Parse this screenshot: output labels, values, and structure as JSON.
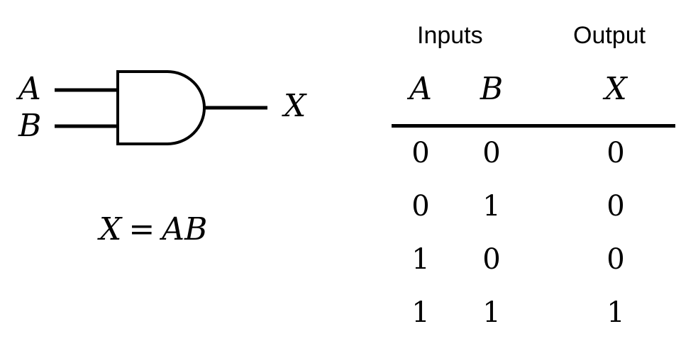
{
  "gate": {
    "input_a_label": "A",
    "input_b_label": "B",
    "output_label": "X"
  },
  "equation": {
    "lhs": "X",
    "operator": "=",
    "rhs": "AB"
  },
  "truth_table": {
    "group_headers": {
      "inputs": "Inputs",
      "output": "Output"
    },
    "columns": [
      "A",
      "B",
      "X"
    ],
    "rows": [
      [
        "0",
        "0",
        "0"
      ],
      [
        "0",
        "1",
        "0"
      ],
      [
        "1",
        "0",
        "0"
      ],
      [
        "1",
        "1",
        "1"
      ]
    ]
  }
}
